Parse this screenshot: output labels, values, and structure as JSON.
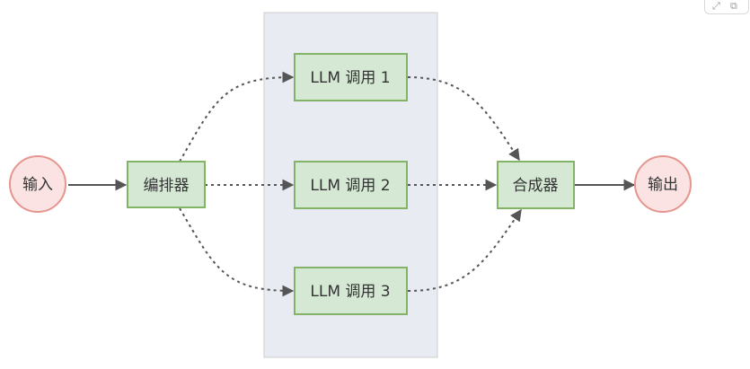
{
  "diagram": {
    "nodes": {
      "input": "输入",
      "orchestrator": "编排器",
      "llm1": "LLM 调用 1",
      "llm2": "LLM 调用 2",
      "llm3": "LLM 调用 3",
      "synthesizer": "合成器",
      "output": "输出"
    },
    "colors": {
      "circle_fill": "#fbe3e3",
      "circle_stroke": "#e6958f",
      "box_fill": "#d5e8d4",
      "box_stroke": "#82b366",
      "group_fill": "#e8ebf2",
      "group_stroke": "#cccccc",
      "edge": "#555555"
    }
  },
  "toolbar": {
    "expand_icon": "expand-icon",
    "copy_icon": "copy-icon"
  }
}
